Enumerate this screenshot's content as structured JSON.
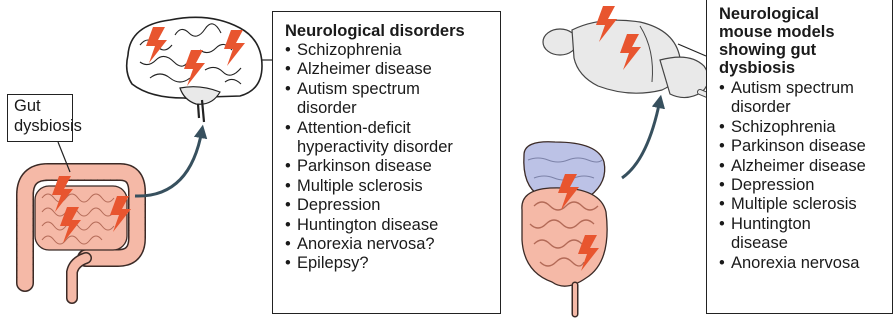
{
  "gut_label": {
    "line1": "Gut",
    "line2": "dysbiosis"
  },
  "human_box": {
    "title": "Neurological disorders",
    "items": [
      "Schizophrenia",
      "Alzheimer disease",
      "Autism spectrum disorder",
      "Attention-deficit hyperactivity disorder",
      "Parkinson disease",
      "Multiple sclerosis",
      "Depression",
      "Huntington disease",
      "Anorexia nervosa?",
      "Epilepsy?"
    ]
  },
  "mouse_box": {
    "title": "Neurological mouse models showing gut dysbiosis",
    "items": [
      "Autism spectrum disorder",
      "Schizophrenia",
      "Parkinson disease",
      "Alzheimer disease",
      "Depression",
      "Multiple sclerosis",
      "Huntington disease",
      "Anorexia nervosa"
    ]
  },
  "colors": {
    "lightning": "#e8552f",
    "gut": "#f5b9a7",
    "gut_outline": "#3b2a26",
    "brain": "#e9e9e9",
    "stomach": "#bcc2e6",
    "arrow": "#37505e"
  },
  "icons": [
    "lightning-bolt-icon",
    "human-brain-icon",
    "human-gut-icon",
    "mouse-brain-icon",
    "mouse-gut-icon",
    "curved-arrow-icon"
  ]
}
